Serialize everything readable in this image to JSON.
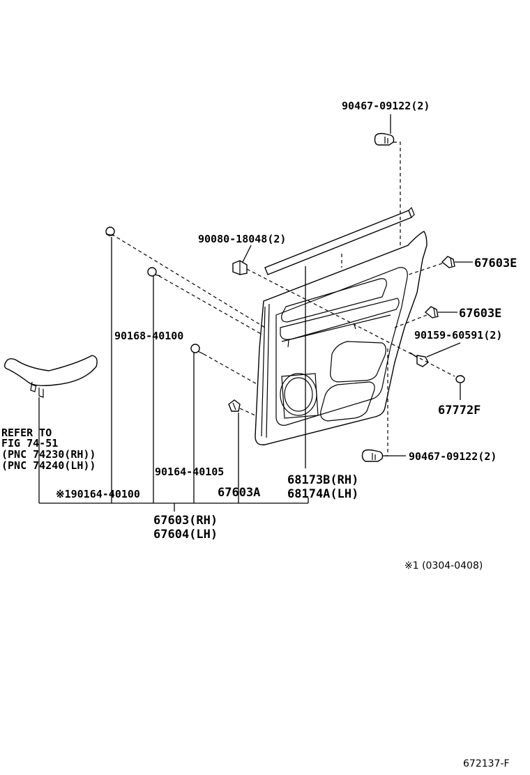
{
  "labels": {
    "clip_top": "90467-09122(2)",
    "clip_bottom": "90467-09122(2)",
    "screw_top": "90080-18048(2)",
    "clip_right_1": "67603E",
    "clip_right_2": "67603E",
    "screw_right": "90159-60591(2)",
    "plug": "67772F",
    "clip_left": "90168-40100",
    "clip_mid": "90164-40105",
    "clip_lower": "67603A",
    "weatherstrip_rh": "68173B(RH)",
    "weatherstrip_lh": "68174A(LH)",
    "clip_note1": "※190164-40100",
    "panel_rh": "67603(RH)",
    "panel_lh": "67604(LH)",
    "refer_1": "REFER TO",
    "refer_2": "FIG 74-51",
    "refer_3": "(PNC 74230(RH))",
    "refer_4": "(PNC 74240(LH))",
    "footnote": "※1 (0304-0408)",
    "figure_code": "672137-F"
  }
}
